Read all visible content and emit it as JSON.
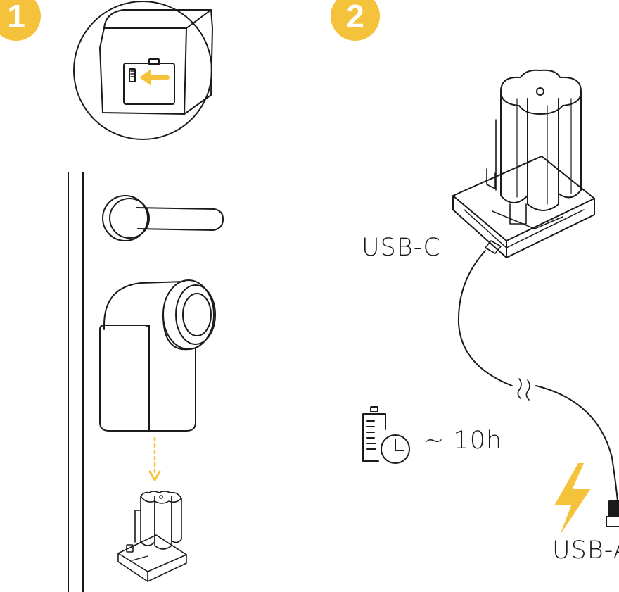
{
  "steps": [
    {
      "number": "1"
    },
    {
      "number": "2"
    }
  ],
  "labels": {
    "usb_c": "USB-C",
    "usb_a": "USB-A",
    "charge_time": "~ 10h"
  },
  "icons": {
    "battery_clock": "battery-clock-icon",
    "lightning": "lightning-icon"
  },
  "colors": {
    "accent": "#F5C33B",
    "line": "#1a1a1a"
  }
}
